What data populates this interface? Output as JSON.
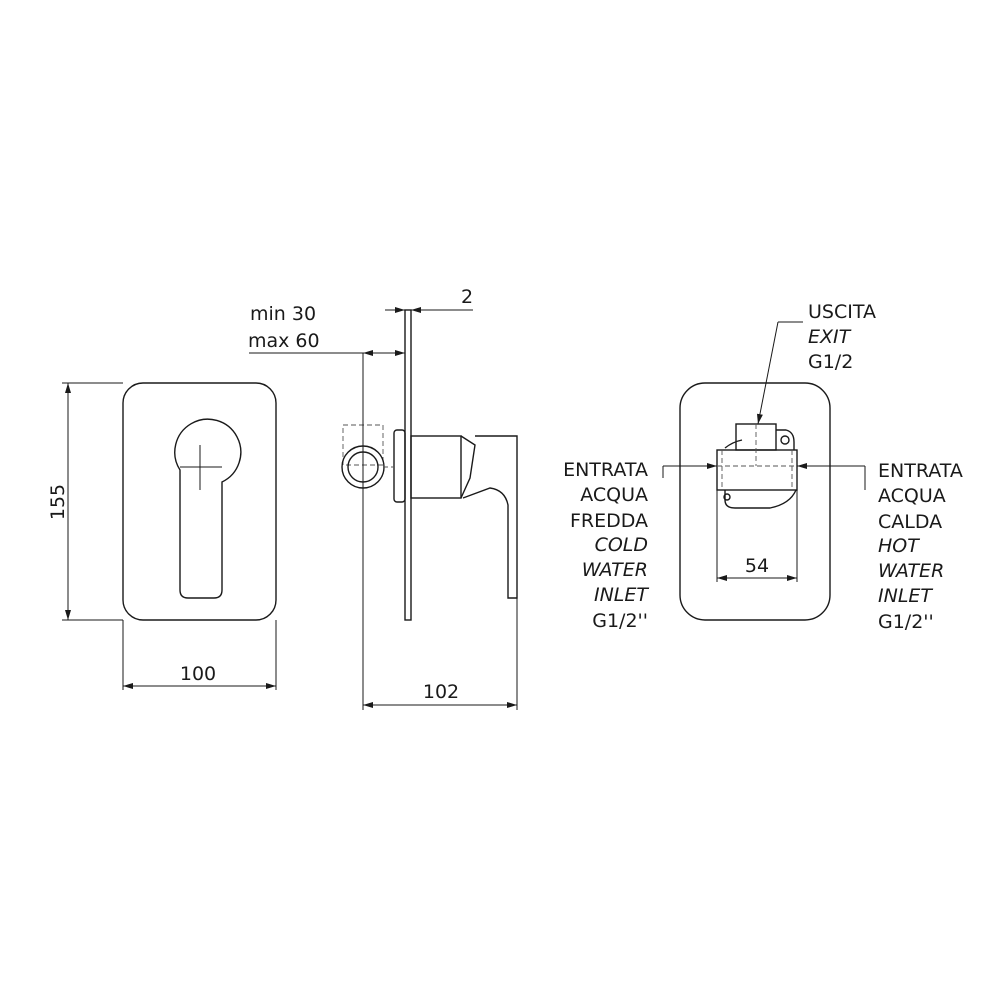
{
  "dimensions": {
    "height": "155",
    "width": "100",
    "depth": "102",
    "plate_thickness": "2",
    "wall_min": "min 30",
    "wall_max": "max 60",
    "inlet_spacing": "54"
  },
  "outlet": {
    "line1": "USCITA",
    "line2": "EXIT",
    "line3": "G1/2"
  },
  "cold_inlet": [
    "ENTRATA",
    "ACQUA",
    "FREDDA",
    "COLD",
    "WATER",
    "INLET",
    "G1/2''"
  ],
  "hot_inlet": [
    "ENTRATA",
    "ACQUA",
    "CALDA",
    "HOT",
    "WATER",
    "INLET",
    "G1/2''"
  ]
}
